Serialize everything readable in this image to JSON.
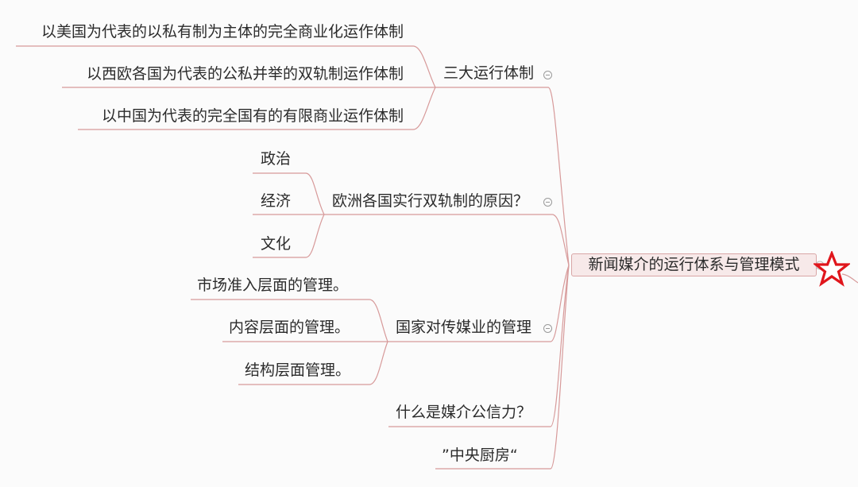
{
  "root": {
    "label": "新闻媒介的运行体系与管理模式",
    "marker": "star-icon",
    "marker_color": "#e0161c"
  },
  "branches": [
    {
      "label": "三大运行体制",
      "collapsible": true,
      "children": [
        "以美国为代表的以私有制为主体的完全商业化运作体制",
        "以西欧各国为代表的公私并举的双轨制运作体制",
        "以中国为代表的完全国有的有限商业运作体制"
      ]
    },
    {
      "label": "欧洲各国实行双轨制的原因？",
      "collapsible": true,
      "children": [
        "政治",
        "经济",
        "文化"
      ]
    },
    {
      "label": "国家对传媒业的管理",
      "collapsible": true,
      "children": [
        "市场准入层面的管理。",
        "内容层面的管理。",
        "结构层面管理。"
      ]
    },
    {
      "label": "什么是媒介公信力？",
      "collapsible": false,
      "children": []
    },
    {
      "label": "”中央厨房“",
      "collapsible": false,
      "children": []
    }
  ],
  "colors": {
    "line": "#d79a9a",
    "root_fill": "#f7e9e9",
    "root_border": "#d9a6a6",
    "text": "#2b2b2b",
    "background": "#fbfbfb"
  }
}
